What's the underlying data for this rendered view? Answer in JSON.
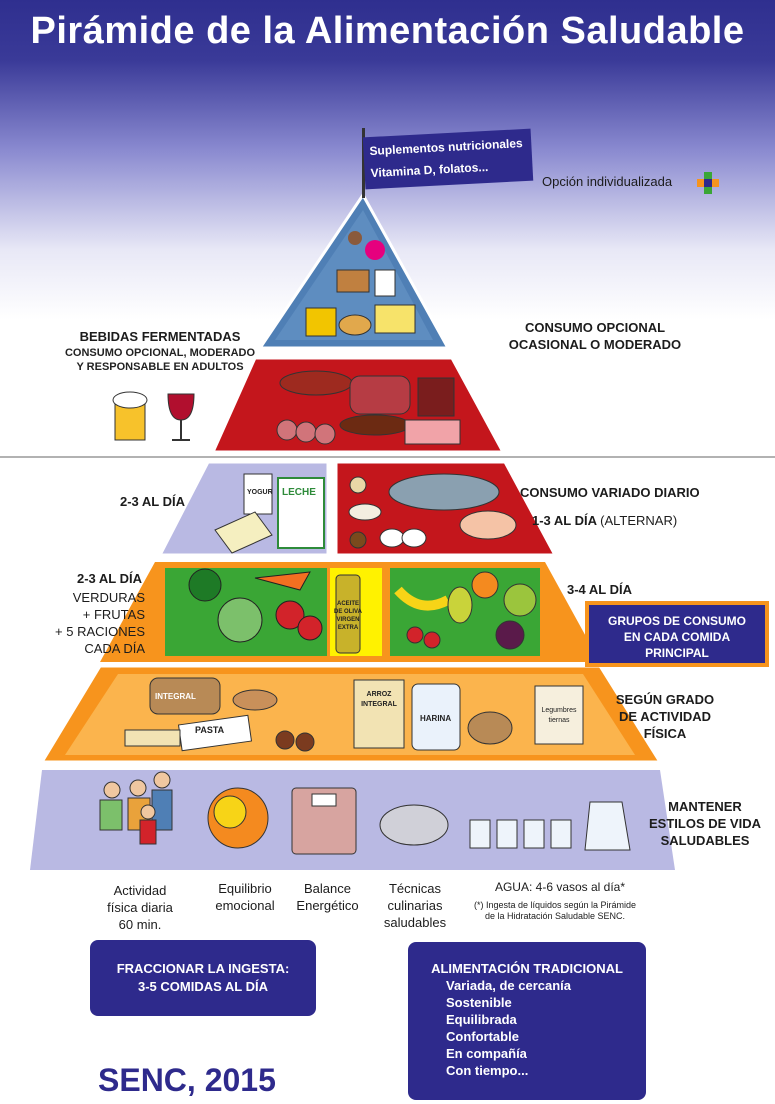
{
  "title": "Pirámide de la Alimentación Saludable",
  "flag": {
    "line1": "Suplementos nutricionales",
    "line2": "Vitamina D, folatos..."
  },
  "individual_option": "Opción individualizada",
  "fermented": {
    "title": "BEBIDAS FERMENTADAS",
    "line1": "CONSUMO OPCIONAL, MODERADO",
    "line2": "Y RESPONSABLE EN ADULTOS"
  },
  "optional": {
    "line1": "CONSUMO OPCIONAL",
    "line2": "OCASIONAL O MODERADO"
  },
  "dairy_freq": "2-3  AL DÍA",
  "protein": {
    "line1": "CONSUMO VARIADO DIARIO",
    "freq": "1-3  AL DÍA",
    "note": "(ALTERNAR)"
  },
  "veg": {
    "freq": "2-3  AL DÍA",
    "line1": "VERDURAS",
    "line2": "+ FRUTAS",
    "line3": "+ 5 RACIONES",
    "line4": "CADA DÍA"
  },
  "fruit_freq": "3-4  AL DÍA",
  "groups_box": {
    "line1": "GRUPOS DE CONSUMO",
    "line2": "EN CADA COMIDA",
    "line3": "PRINCIPAL"
  },
  "grains": {
    "line1": "SEGÚN GRADO",
    "line2": "DE ACTIVIDAD",
    "line3": "FÍSICA"
  },
  "lifestyle": {
    "line1": "MANTENER",
    "line2": "ESTILOS DE VIDA",
    "line3": "SALUDABLES"
  },
  "food_labels": {
    "yogur": "YOGUR",
    "leche": "LECHE",
    "aceite": "ACEITE DE OLIVA VIRGEN EXTRA",
    "integral": "INTEGRAL",
    "pasta": "PASTA",
    "arroz": "ARROZ INTEGRAL",
    "harina": "HARINA",
    "legumbres": "Legumbres tiernas"
  },
  "base_items": {
    "activity": {
      "line1": "Actividad",
      "line2": "física diaria",
      "line3": "60 min."
    },
    "emotional": {
      "line1": "Equilibrio",
      "line2": "emocional"
    },
    "balance": {
      "line1": "Balance",
      "line2": "Energético"
    },
    "cooking": {
      "line1": "Técnicas",
      "line2": "culinarias",
      "line3": "saludables"
    },
    "water": "AGUA: 4-6 vasos al día*",
    "water_note1": "(*) Ingesta de líquidos según la Pirámide",
    "water_note2": "de la Hidratación Saludable SENC."
  },
  "fraction_box": {
    "line1": "FRACCIONAR LA INGESTA:",
    "line2": "3-5 COMIDAS AL DÍA"
  },
  "tradition_box": {
    "title": "ALIMENTACIÓN TRADICIONAL",
    "items": [
      "Variada, de cercanía",
      "Sostenible",
      "Equilibrada",
      "Confortable",
      "En compañía",
      "Con tiempo..."
    ]
  },
  "footer": "SENC, 2015",
  "colors": {
    "navy": "#2e2a8c",
    "red": "#c4161c",
    "orange": "#f7941d",
    "green": "#3aa635",
    "lavender": "#b9b9e3",
    "steel": "#4f7fb5"
  }
}
